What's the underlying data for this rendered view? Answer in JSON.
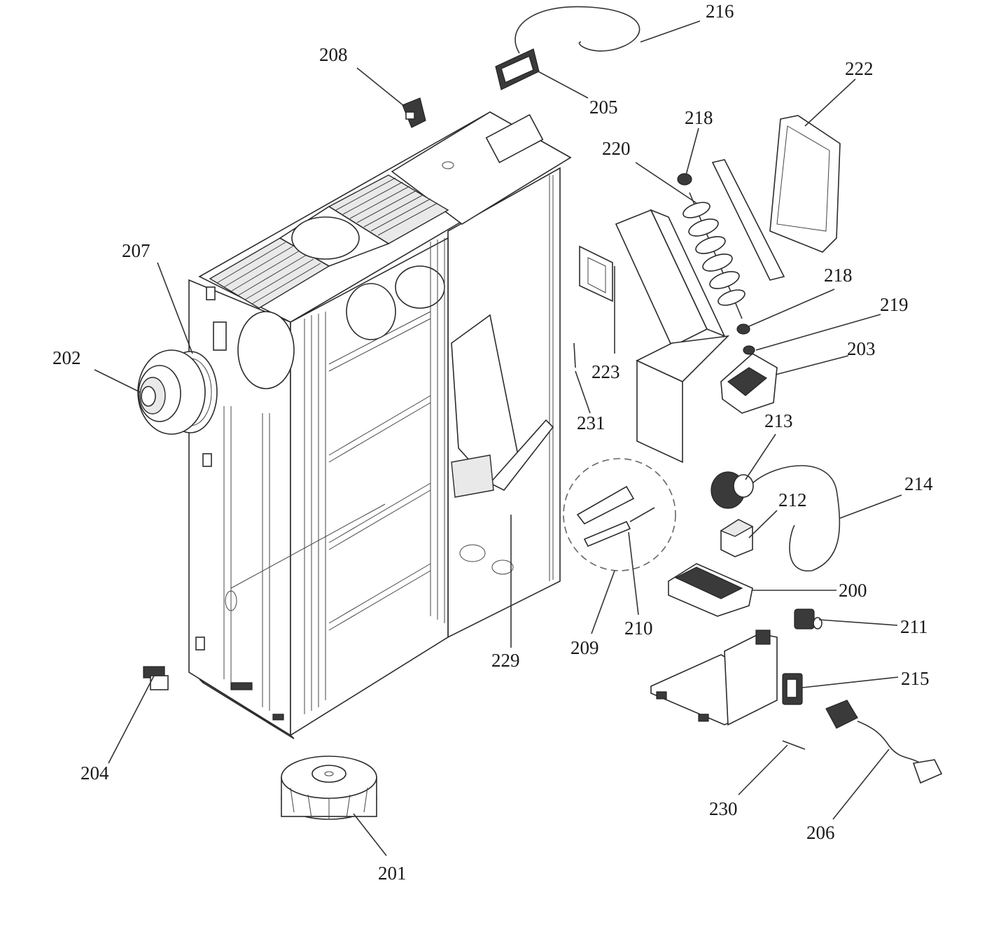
{
  "labels": {
    "l200": "200",
    "l201": "201",
    "l202": "202",
    "l203": "203",
    "l204": "204",
    "l205": "205",
    "l206": "206",
    "l207": "207",
    "l208": "208",
    "l209": "209",
    "l210": "210",
    "l211": "211",
    "l212": "212",
    "l213": "213",
    "l214": "214",
    "l215": "215",
    "l216": "216",
    "l218a": "218",
    "l218b": "218",
    "l219": "219",
    "l220": "220",
    "l222": "222",
    "l223": "223",
    "l229": "229",
    "l230": "230",
    "l231": "231"
  }
}
